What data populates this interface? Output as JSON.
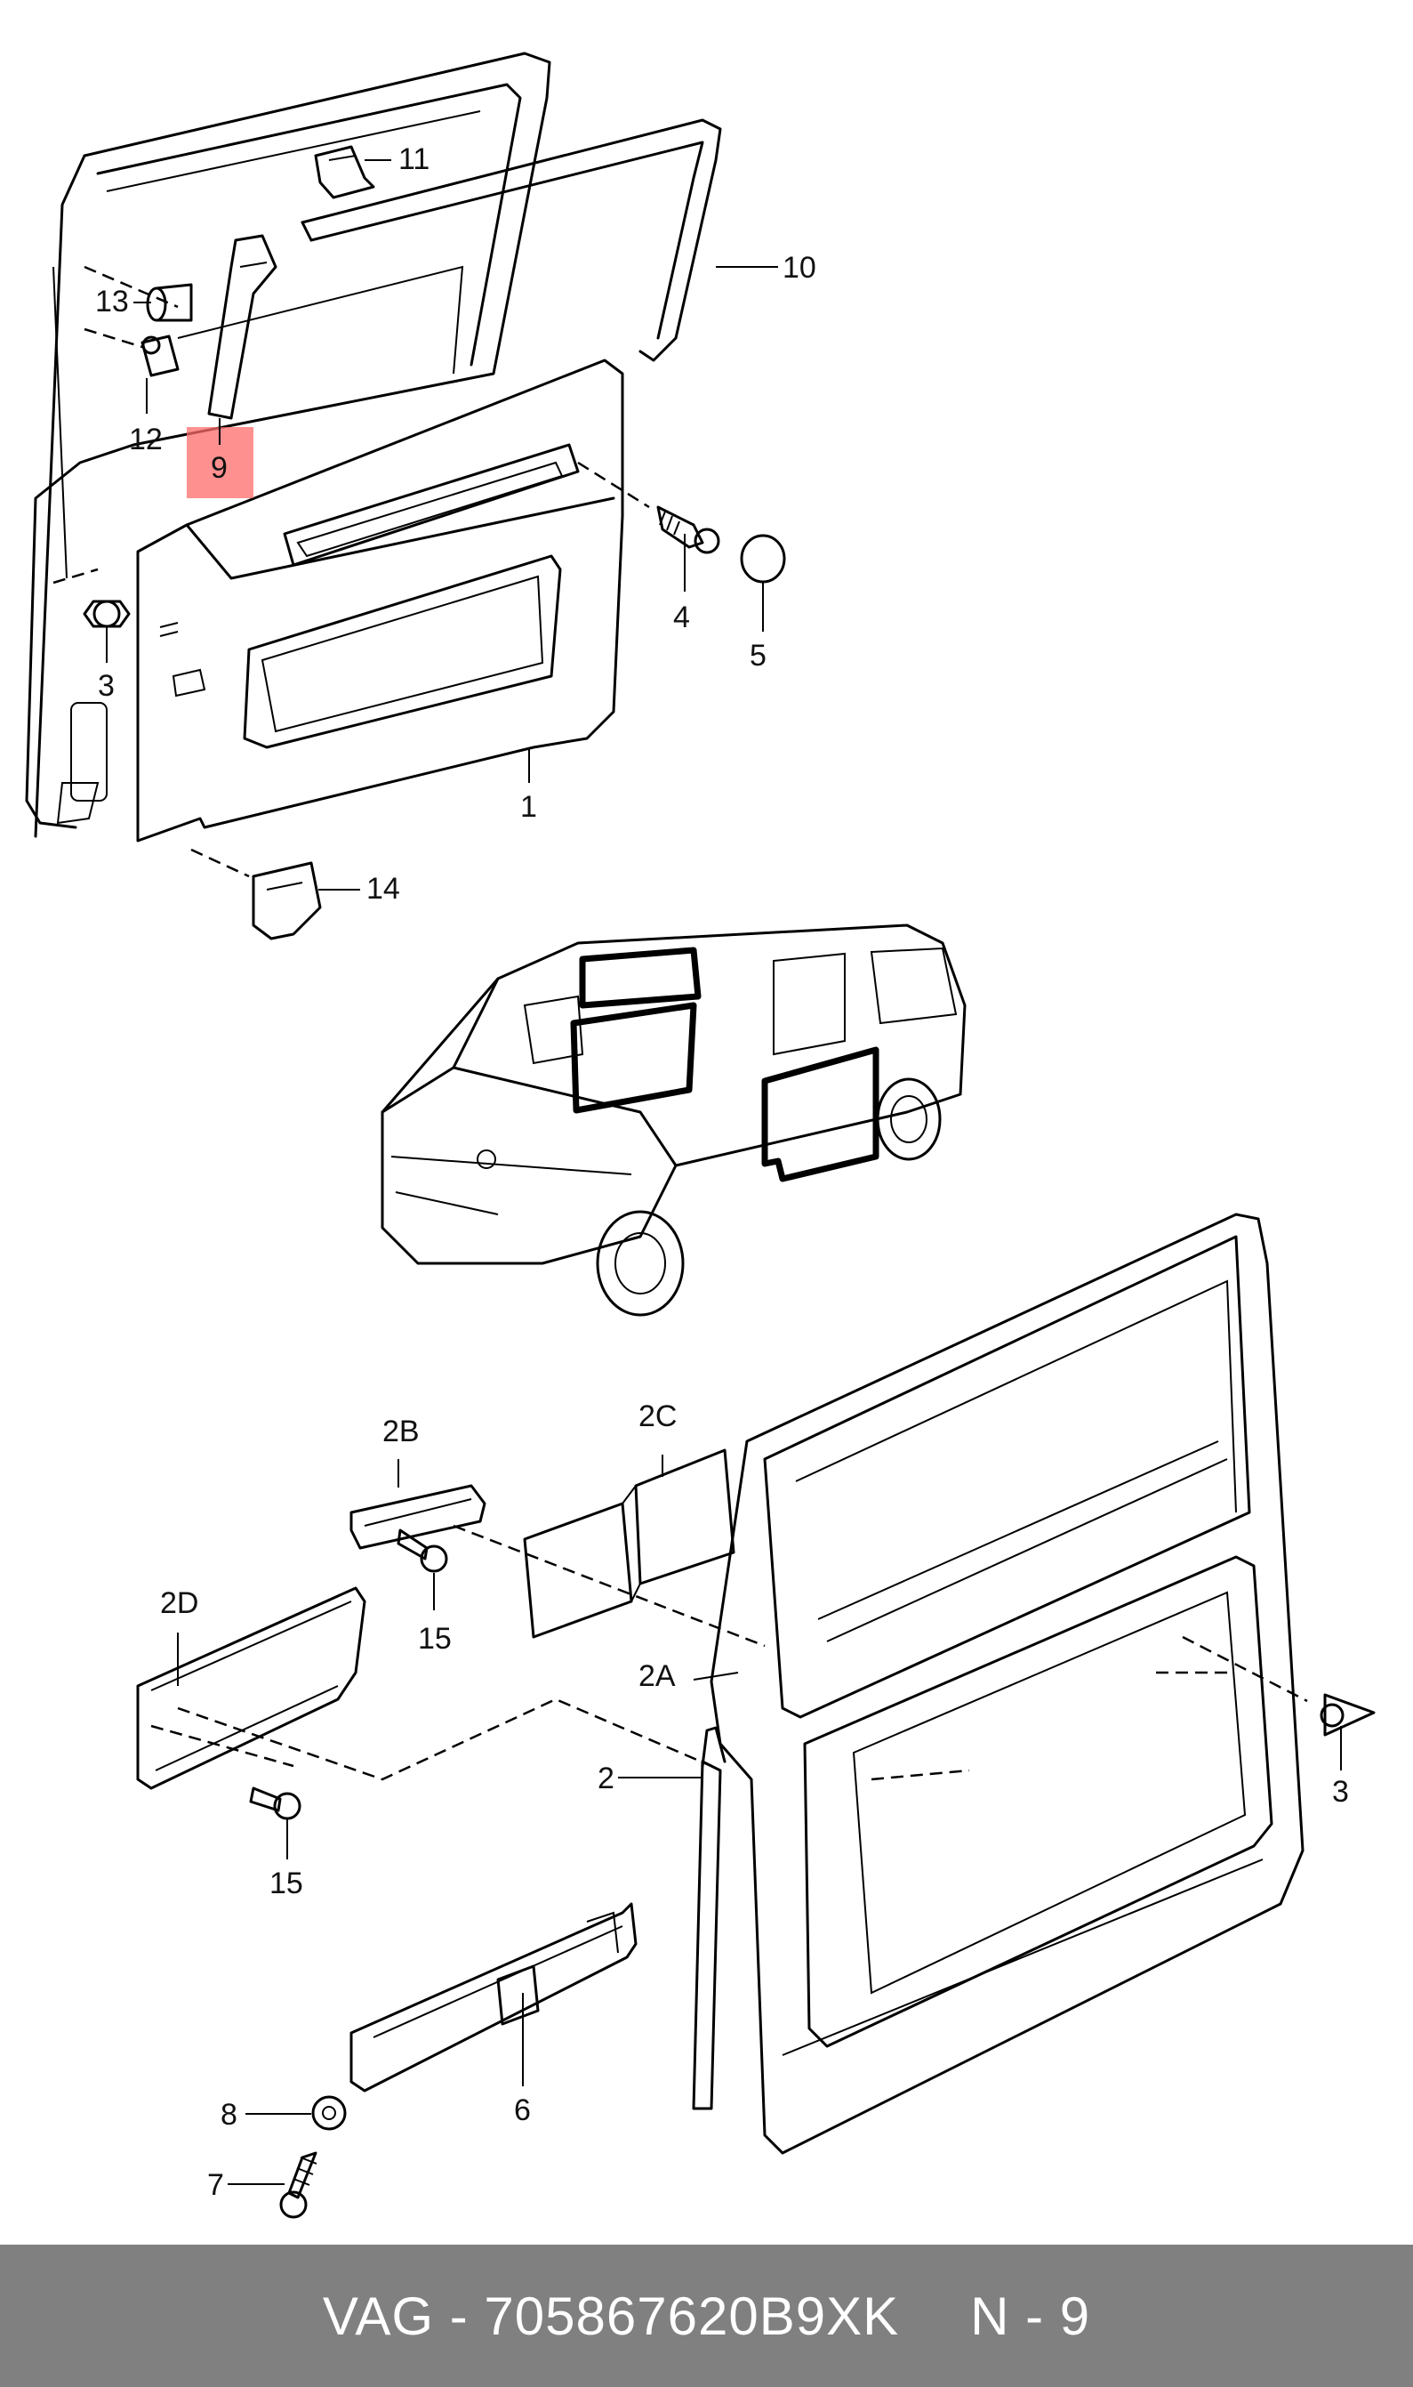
{
  "highlight_color": "#ff6b6b",
  "footer": {
    "part": "VAG - 705867620B9XK",
    "ref": "N - 9"
  },
  "callouts": {
    "c11": "11",
    "c10": "10",
    "c13": "13",
    "c12": "12",
    "c9": "9",
    "c4": "4",
    "c5": "5",
    "c3_top": "3",
    "c1": "1",
    "c14": "14",
    "c2B": "2B",
    "c2C": "2C",
    "c2D": "2D",
    "c2A": "2A",
    "c2": "2",
    "c15_a": "15",
    "c15_b": "15",
    "c3_bottom": "3",
    "c6": "6",
    "c8": "8",
    "c7": "7"
  }
}
